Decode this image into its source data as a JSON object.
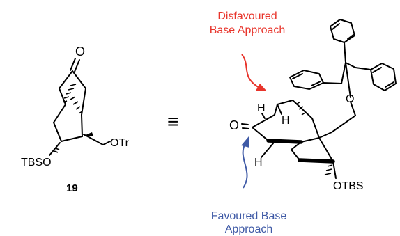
{
  "left_structure": {
    "carbonyl_atom": "O",
    "protected_alcohol": "OTr",
    "silyl_ether": "TBSO",
    "compound_number": "19"
  },
  "equivalence_symbol": "≡",
  "right_structure": {
    "carbonyl_atom": "O",
    "hydrogen_labels": [
      "H",
      "H",
      "H"
    ],
    "ether_oxygen": "O",
    "silyl_ether": "OTBS"
  },
  "annotations": {
    "disfavoured": {
      "line1": "Disfavoured",
      "line2": "Base Approach",
      "color": "#e8342b"
    },
    "favoured": {
      "line1": "Favoured Base",
      "line2": "Approach",
      "color": "#3f5aa6"
    }
  }
}
